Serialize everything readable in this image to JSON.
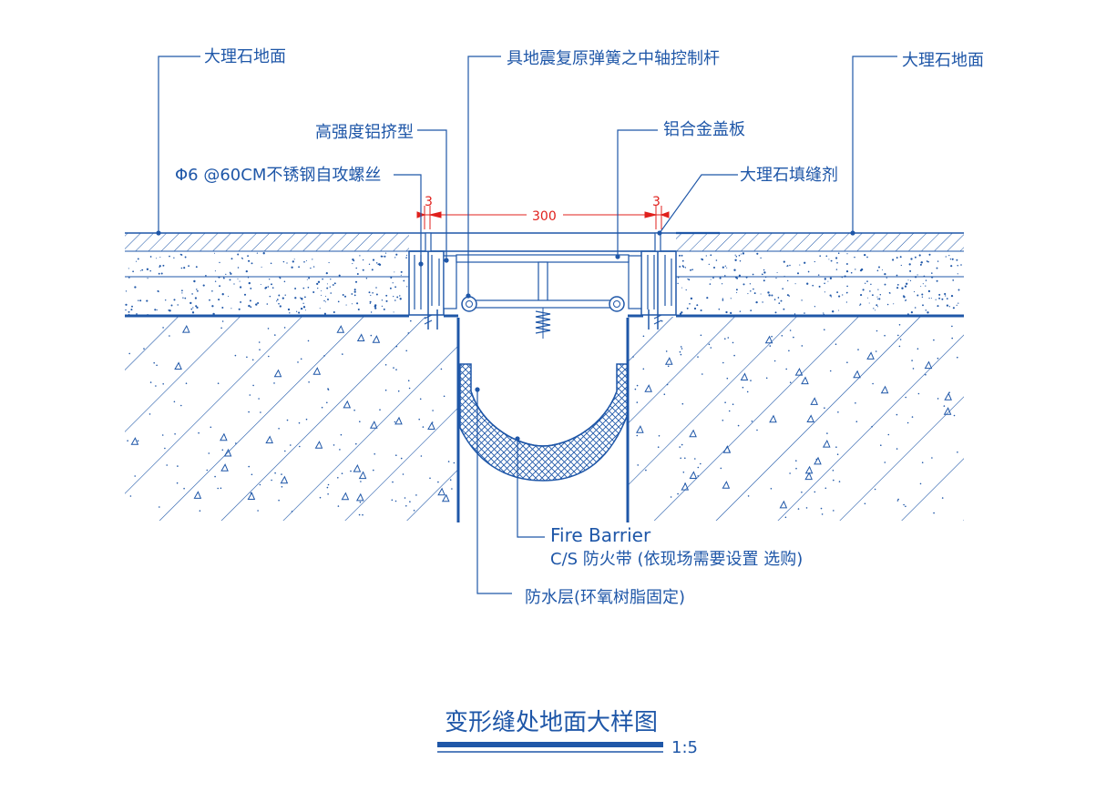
{
  "labels": {
    "marble_left": "大理石地面",
    "marble_right": "大理石地面",
    "center_rod": "具地震复原弹簧之中轴控制杆",
    "aluminum_profile": "高强度铝挤型",
    "cover_plate": "铝合金盖板",
    "screw": "Φ6 @60CM不锈钢自攻螺丝",
    "sealant": "大理石填缝剂",
    "fire_barrier_en": "Fire Barrier",
    "fire_barrier_cn": "C/S 防火带 (依现场需要设置 选购)",
    "waterproof": "防水层(环氧树脂固定)"
  },
  "dimensions": {
    "left_gap": "3",
    "joint_width": "300",
    "right_gap": "3"
  },
  "title": {
    "text": "变形缝处地面大样图",
    "scale": "1:5"
  },
  "colors": {
    "line": "#1f57a8",
    "dim": "#e0201c",
    "bg": "#ffffff"
  }
}
